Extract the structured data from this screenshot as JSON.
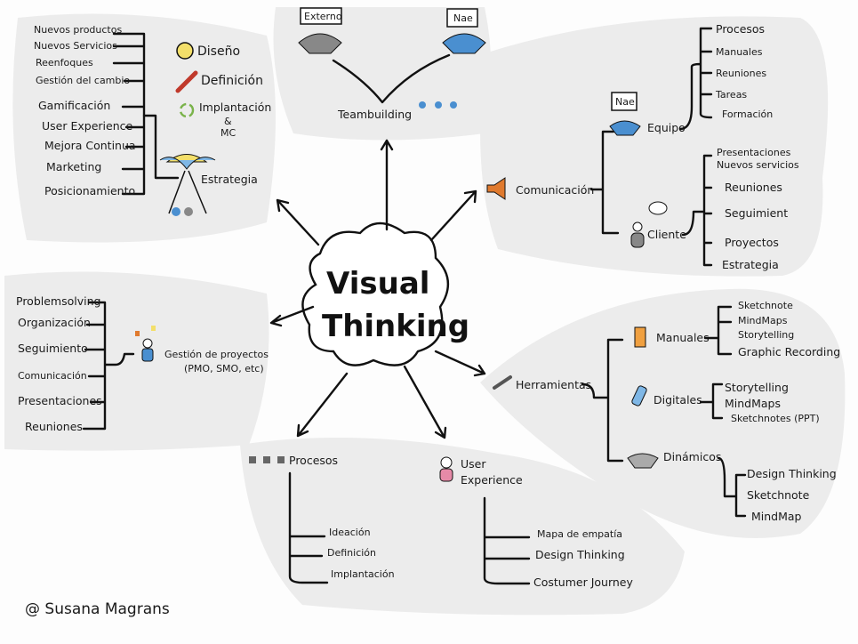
{
  "center": {
    "line1": "Visual",
    "line2": "Thinking"
  },
  "estrategia": {
    "items": [
      "Nuevos productos",
      "Nuevos Servicios",
      "Reenfoques",
      "Gestión del cambio",
      "Gamificación",
      "User Experience",
      "Mejora Continua",
      "Marketing",
      "Posicionamiento"
    ],
    "phases": {
      "diseno": "Diseño",
      "definicion": "Definición",
      "implantacion": "Implantación",
      "amp": "&",
      "mc": "MC"
    },
    "label": "Estrategia"
  },
  "teambuilding": {
    "externo": "Externo",
    "nae": "Nae",
    "label": "Teambuilding"
  },
  "comunicacion": {
    "label": "Comunicación",
    "equipo": {
      "label": "Equipo",
      "badge": "Nae",
      "items": [
        "Procesos",
        "Manuales",
        "Reuniones",
        "Tareas",
        "Formación"
      ]
    },
    "cliente": {
      "label": "Cliente",
      "items": [
        "Presentaciones",
        "Nuevos servicios",
        "Reuniones",
        "Seguimient",
        "Proyectos",
        "Estrategia"
      ]
    }
  },
  "herramientas": {
    "label": "Herramientas",
    "manuales": {
      "label": "Manuales",
      "items": [
        "Sketchnote",
        "MindMaps",
        "Storytelling",
        "Graphic Recording"
      ]
    },
    "digitales": {
      "label": "Digitales",
      "items": [
        "Storytelling",
        "MindMaps",
        "Sketchnotes (PPT)"
      ]
    },
    "dinamicos": {
      "label": "Dinámicos",
      "items": [
        "Design Thinking",
        "Sketchnote",
        "MindMap"
      ]
    }
  },
  "gestion": {
    "label": "Gestión de proyectos",
    "sub": "(PMO, SMO, etc)",
    "items": [
      "Problemsolving",
      "Organización",
      "Seguimiento",
      "Comunicación",
      "Presentaciones",
      "Reuniones"
    ]
  },
  "procesos": {
    "label": "Procesos",
    "items": [
      "Ideación",
      "Definición",
      "Implantación"
    ]
  },
  "ux": {
    "label1": "User",
    "label2": "Experience",
    "items": [
      "Mapa de empatía",
      "Design Thinking",
      "Costumer Journey"
    ]
  },
  "signature": "@ Susana Magrans",
  "colors": {
    "blob": "#ececec",
    "blue": "#4a8fd0",
    "orange": "#e07a2e",
    "yellow": "#f3df6a"
  }
}
